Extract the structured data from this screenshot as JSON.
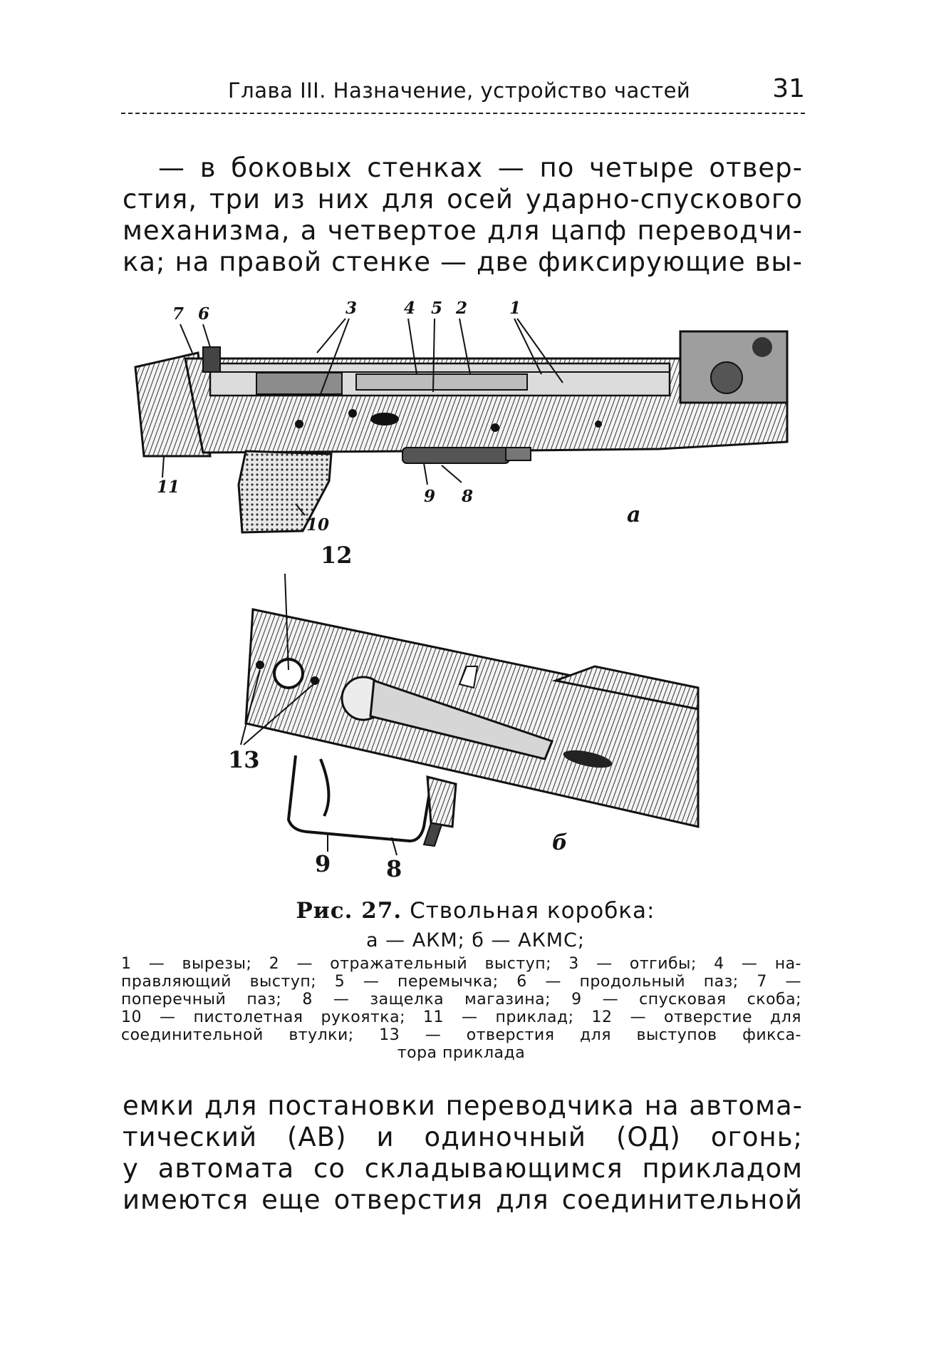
{
  "header": {
    "chapter_title": "Глава III. Назначение, устройство частей",
    "page_number": "31"
  },
  "text_top": {
    "lines": [
      "— в боковых стенках — по четыре отвер-",
      "стия, три из них для осей ударно-спускового",
      "механизма, а четвертое для цапф переводчи-",
      "ка; на правой стенке — две фиксирующие вы-"
    ]
  },
  "figure_a": {
    "letter": "а",
    "labels": {
      "l7": "7",
      "l6": "6",
      "l3": "3",
      "l4": "4",
      "l5": "5",
      "l2": "2",
      "l1": "1",
      "l11": "11",
      "l9": "9",
      "l8": "8",
      "l10": "10"
    }
  },
  "figure_b": {
    "letter": "б",
    "labels": {
      "l12": "12",
      "l13": "13",
      "l9": "9",
      "l8": "8"
    }
  },
  "caption": {
    "title_prefix": "Рис. 27.",
    "title": "Ствольная коробка:",
    "subtitle": "а — АКМ; б — АКМС;",
    "legend_lines": [
      "1 — вырезы; 2 — отражательный выступ; 3 — отгибы; 4 — на-",
      "правляющий выступ; 5 — перемычка; 6 — продольный паз; 7 —",
      "поперечный паз; 8 — защелка магазина; 9 — спусковая скоба;",
      "10 — пистолетная рукоятка; 11 — приклад; 12 — отверстие для",
      "соединительной втулки; 13 — отверстия для выступов фикса-",
      "тора приклада"
    ]
  },
  "text_bottom": {
    "lines": [
      "емки для постановки переводчика на автома-",
      "тический (АВ) и одиночный (ОД) огонь;",
      "у автомата со складывающимся прикладом",
      "имеются еще отверстия для соединительной"
    ]
  }
}
